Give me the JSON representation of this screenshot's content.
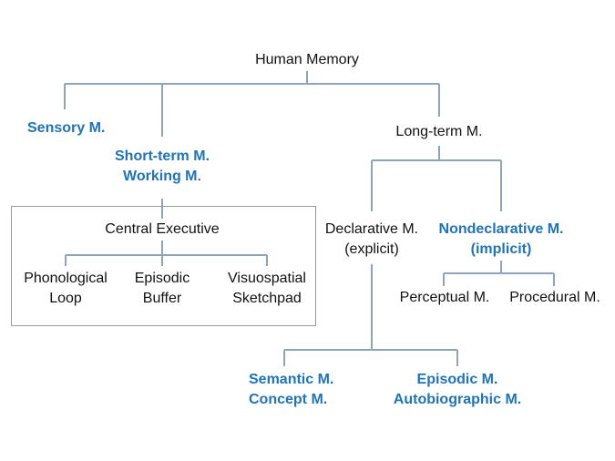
{
  "diagram": {
    "root": "Human Memory",
    "sensory": "Sensory M.",
    "short_term_line1": "Short-term M.",
    "short_term_line2": "Working M",
    "short_term_line2_suffix": ".",
    "long_term": "Long-term M.",
    "central_executive": "Central Executive",
    "phonological_1": "Phonological",
    "phonological_2": "Loop",
    "episodic_buffer_1": "Episodic",
    "episodic_buffer_2": "Buffer",
    "visuospatial_1": "Visuospatial",
    "visuospatial_2": "Sketchpad",
    "declarative_1": "Declarative M.",
    "declarative_2": "(explicit)",
    "nondeclarative_1": "Nondeclarative M.",
    "nondeclarative_2": "(implicit)",
    "perceptual": "Perceptual M.",
    "procedural": "Procedural M.",
    "semantic_1": "Semantic M.",
    "semantic_2": "Concept M.",
    "episodic_1": "Episodic M.",
    "episodic_2": "Autobiographic M."
  },
  "colors": {
    "line": "#8fa4b8",
    "accent": "#1f73b6",
    "box_border": "#999999"
  }
}
